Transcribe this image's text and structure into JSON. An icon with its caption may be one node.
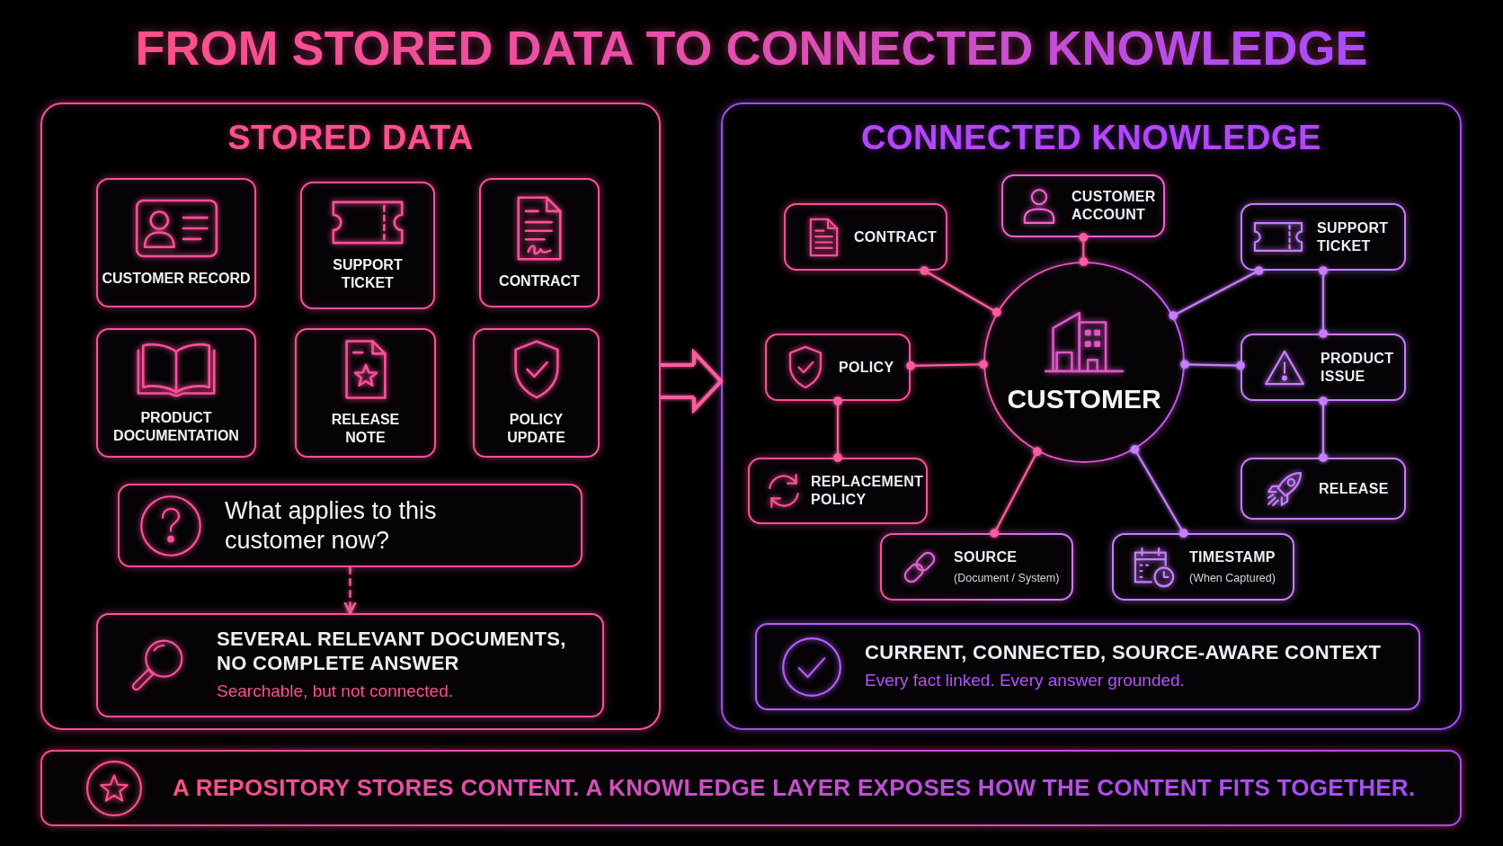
{
  "diagram": {
    "title": "FROM STORED DATA TO CONNECTED KNOWLEDGE",
    "nodes": [
      {
        "text": [
          "STORED DATA"
        ]
      },
      {
        "text": [
          "CUSTOMER RECORD"
        ],
        "in": 0
      },
      {
        "text": [
          "SUPPORT TICKET"
        ],
        "in": 0
      },
      {
        "text": [
          "CONTRACT"
        ],
        "in": 0
      },
      {
        "text": [
          "PRODUCT DOCUMENTATION"
        ],
        "in": 0
      },
      {
        "text": [
          "RELEASE NOTE"
        ],
        "in": 0
      },
      {
        "text": [
          "POLICY UPDATE"
        ],
        "in": 0
      },
      {
        "text": [
          "What applies to this customer now?"
        ],
        "in": 0
      },
      {
        "text": [
          "SEVERAL RELEVANT DOCUMENTS, NO COMPLETE ANSWER",
          "Searchable, but not connected."
        ],
        "in": 0
      },
      {
        "text": [
          "CONNECTED KNOWLEDGE"
        ]
      },
      {
        "text": [
          "CUSTOMER ACCOUNT"
        ],
        "in": 9
      },
      {
        "text": [
          "CONTRACT"
        ],
        "in": 9
      },
      {
        "text": [
          "SUPPORT TICKET"
        ],
        "in": 9
      },
      {
        "text": [
          "POLICY"
        ],
        "in": 9
      },
      {
        "text": [
          "CUSTOMER"
        ],
        "in": 9
      },
      {
        "text": [
          "PRODUCT ISSUE"
        ],
        "in": 9
      },
      {
        "text": [
          "REPLACEMENT POLICY"
        ],
        "in": 9
      },
      {
        "text": [
          "RELEASE"
        ],
        "in": 9
      },
      {
        "text": [
          "SOURCE",
          "(Document / System)"
        ],
        "in": 9
      },
      {
        "text": [
          "TIMESTAMP",
          "(When Captured)"
        ],
        "in": 9
      },
      {
        "text": [
          "CURRENT, CONNECTED, SOURCE-AWARE CONTEXT",
          "Every fact linked. Every answer grounded."
        ],
        "in": 9
      },
      {
        "text": [
          "A REPOSITORY STORES CONTENT. A KNOWLEDGE LAYER EXPOSES HOW THE CONTENT FITS TOGETHER."
        ]
      }
    ],
    "edges": [
      {
        "from": 0,
        "to": 9,
        "arrow": "to",
        "style": "thick"
      },
      {
        "from": 7,
        "to": 8,
        "arrow": "to",
        "style": "dashed"
      },
      {
        "from": 11,
        "to": 14,
        "arrow": "other"
      },
      {
        "from": 10,
        "to": 14,
        "arrow": "other"
      },
      {
        "from": 12,
        "to": 14,
        "arrow": "other",
        "color": "#c77dff"
      },
      {
        "from": 13,
        "to": 14,
        "arrow": "other"
      },
      {
        "from": 15,
        "to": 14,
        "arrow": "other",
        "color": "#c77dff"
      },
      {
        "from": 13,
        "to": 16,
        "arrow": "other"
      },
      {
        "from": 12,
        "to": 15,
        "arrow": "other",
        "color": "#c77dff"
      },
      {
        "from": 15,
        "to": 17,
        "arrow": "other",
        "color": "#c77dff"
      },
      {
        "from": 18,
        "to": 14,
        "arrow": "other"
      },
      {
        "from": 19,
        "to": 14,
        "arrow": "other",
        "color": "#c77dff"
      }
    ]
  }
}
